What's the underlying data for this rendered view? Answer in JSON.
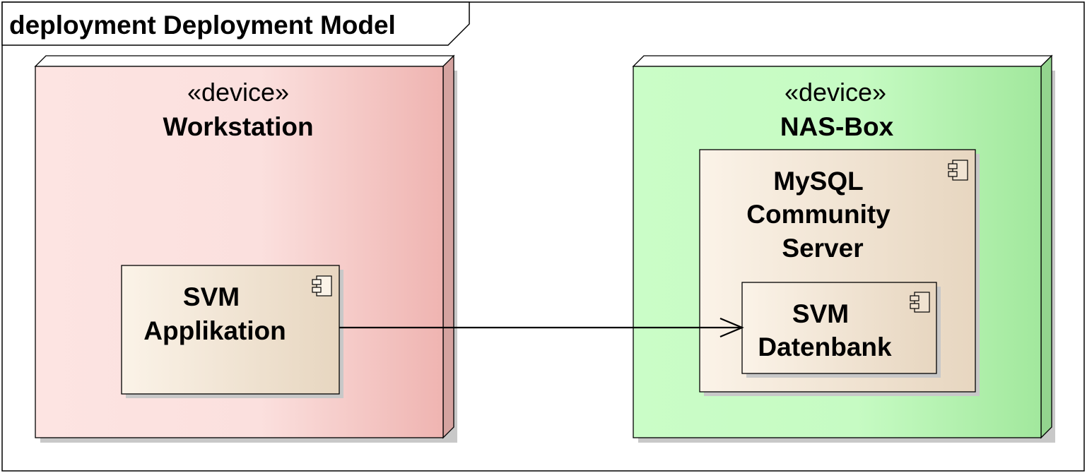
{
  "frame": {
    "title": "deployment Deployment Model"
  },
  "nodes": {
    "workstation": {
      "stereotype": "«device»",
      "name": "Workstation",
      "colors": {
        "light": "#fde4e2",
        "dark": "#efb4b1",
        "side": "#d5a3a0"
      }
    },
    "nas_box": {
      "stereotype": "«device»",
      "name": "NAS-Box",
      "colors": {
        "light": "#cafdc7",
        "dark": "#a2e89d",
        "side": "#93d48e"
      }
    }
  },
  "components": {
    "svm_applikation": {
      "lines": [
        "SVM",
        "Applikation"
      ]
    },
    "mysql_server": {
      "lines": [
        "MySQL",
        "Community",
        "Server"
      ]
    },
    "svm_datenbank": {
      "lines": [
        "SVM",
        "Datenbank"
      ]
    }
  },
  "relations": [
    {
      "from": "svm_applikation",
      "to": "svm_datenbank",
      "type": "dependency"
    }
  ],
  "colors": {
    "component_light": "#fbf3e8",
    "component_dark": "#e7d6c0",
    "stroke": "#000000",
    "shadow": "#c8c8c8"
  }
}
